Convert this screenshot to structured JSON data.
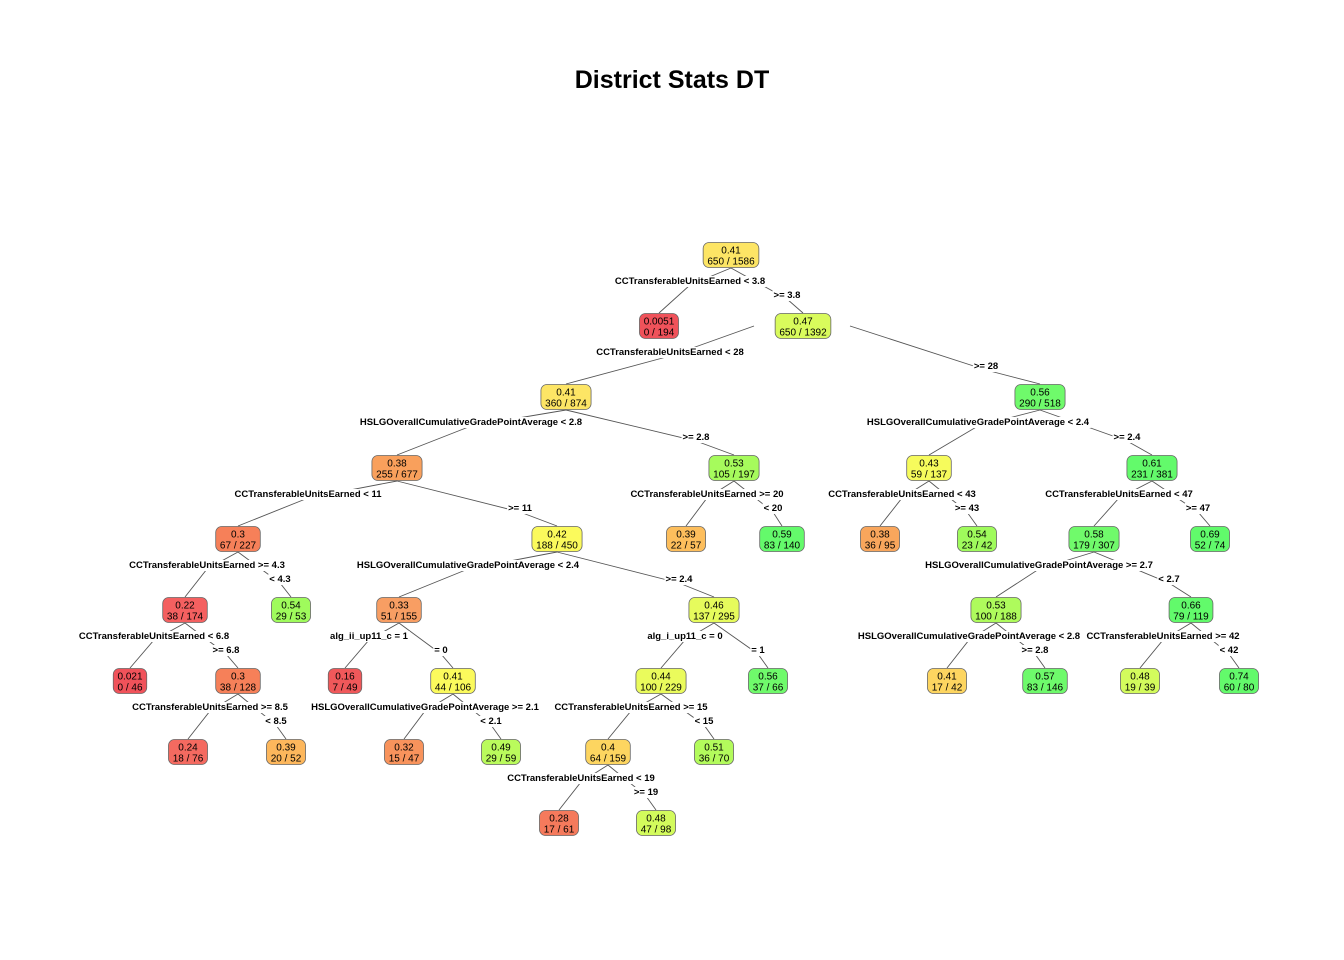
{
  "title": "District Stats DT",
  "nodes": [
    {
      "id": "n1",
      "value": "0.41",
      "counts": "650 / 1586",
      "color": "#fde565"
    },
    {
      "id": "n2",
      "value": "0.0051",
      "counts": "0 / 194",
      "color": "#f0525a"
    },
    {
      "id": "n3",
      "value": "0.47",
      "counts": "650 / 1392",
      "color": "#d9fb5c"
    },
    {
      "id": "n4",
      "value": "0.41",
      "counts": "360 / 874",
      "color": "#fde565"
    },
    {
      "id": "n5",
      "value": "0.56",
      "counts": "290 / 518",
      "color": "#6ffa6b"
    },
    {
      "id": "n6",
      "value": "0.38",
      "counts": "255 / 677",
      "color": "#f9a05c"
    },
    {
      "id": "n7",
      "value": "0.53",
      "counts": "105 / 197",
      "color": "#a6fb5c"
    },
    {
      "id": "n8",
      "value": "0.43",
      "counts": "59 / 137",
      "color": "#f6fb5c"
    },
    {
      "id": "n9",
      "value": "0.61",
      "counts": "231 / 381",
      "color": "#63fa6b"
    },
    {
      "id": "n10",
      "value": "0.3",
      "counts": "67 / 227",
      "color": "#f68059"
    },
    {
      "id": "n11",
      "value": "0.42",
      "counts": "188 / 450",
      "color": "#fbfa5c"
    },
    {
      "id": "n12",
      "value": "0.39",
      "counts": "22 / 57",
      "color": "#fdbe5c"
    },
    {
      "id": "n13",
      "value": "0.59",
      "counts": "83 / 140",
      "color": "#64fa6b"
    },
    {
      "id": "n14",
      "value": "0.38",
      "counts": "36 / 95",
      "color": "#f9a65c"
    },
    {
      "id": "n15",
      "value": "0.54",
      "counts": "23 / 42",
      "color": "#9ffb5c"
    },
    {
      "id": "n16",
      "value": "0.58",
      "counts": "179 / 307",
      "color": "#70fa6b"
    },
    {
      "id": "n17",
      "value": "0.69",
      "counts": "52 / 74",
      "color": "#61fa6b"
    },
    {
      "id": "n18",
      "value": "0.22",
      "counts": "38 / 174",
      "color": "#f46060"
    },
    {
      "id": "n19",
      "value": "0.54",
      "counts": "29 / 53",
      "color": "#9ffb5c"
    },
    {
      "id": "n20",
      "value": "0.33",
      "counts": "51 / 155",
      "color": "#f89e63"
    },
    {
      "id": "n21",
      "value": "0.46",
      "counts": "137 / 295",
      "color": "#e6fb5c"
    },
    {
      "id": "n22",
      "value": "0.53",
      "counts": "100 / 188",
      "color": "#aefb5c"
    },
    {
      "id": "n23",
      "value": "0.66",
      "counts": "79 / 119",
      "color": "#62fa6b"
    },
    {
      "id": "n24",
      "value": "0.021",
      "counts": "0 / 46",
      "color": "#f0525a"
    },
    {
      "id": "n25",
      "value": "0.3",
      "counts": "38 / 128",
      "color": "#f68059"
    },
    {
      "id": "n26",
      "value": "0.16",
      "counts": "7 / 49",
      "color": "#f0585a"
    },
    {
      "id": "n27",
      "value": "0.41",
      "counts": "44 / 106",
      "color": "#fbfa5c"
    },
    {
      "id": "n28",
      "value": "0.44",
      "counts": "100 / 229",
      "color": "#eafb5c"
    },
    {
      "id": "n29",
      "value": "0.56",
      "counts": "37 / 66",
      "color": "#6ffa6b"
    },
    {
      "id": "n30",
      "value": "0.41",
      "counts": "17 / 42",
      "color": "#fdd560"
    },
    {
      "id": "n31",
      "value": "0.57",
      "counts": "83 / 146",
      "color": "#6efa6b"
    },
    {
      "id": "n32",
      "value": "0.48",
      "counts": "19 / 39",
      "color": "#d3fb5c"
    },
    {
      "id": "n33",
      "value": "0.74",
      "counts": "60 / 80",
      "color": "#63fa6b"
    },
    {
      "id": "n34",
      "value": "0.24",
      "counts": "18 / 76",
      "color": "#f46a60"
    },
    {
      "id": "n35",
      "value": "0.39",
      "counts": "20 / 52",
      "color": "#fdb75c"
    },
    {
      "id": "n36",
      "value": "0.32",
      "counts": "15 / 47",
      "color": "#f8935c"
    },
    {
      "id": "n37",
      "value": "0.49",
      "counts": "29 / 59",
      "color": "#bafb5c"
    },
    {
      "id": "n38",
      "value": "0.4",
      "counts": "64 / 159",
      "color": "#fdd560"
    },
    {
      "id": "n39",
      "value": "0.51",
      "counts": "36 / 70",
      "color": "#b3fb5c"
    },
    {
      "id": "n40",
      "value": "0.28",
      "counts": "17 / 61",
      "color": "#f57a5c"
    },
    {
      "id": "n41",
      "value": "0.48",
      "counts": "47 / 98",
      "color": "#d3fb5c"
    }
  ],
  "splits": [
    {
      "id": "s1a",
      "text": "CCTransferableUnitsEarned < 3.8"
    },
    {
      "id": "s1b",
      "text": ">= 3.8"
    },
    {
      "id": "s3a",
      "text": "CCTransferableUnitsEarned < 28"
    },
    {
      "id": "s3b",
      "text": ">= 28"
    },
    {
      "id": "s4a",
      "text": "HSLGOverallCumulativeGradePointAverage < 2.8"
    },
    {
      "id": "s4b",
      "text": ">= 2.8"
    },
    {
      "id": "s5a",
      "text": "HSLGOverallCumulativeGradePointAverage < 2.4"
    },
    {
      "id": "s5b",
      "text": ">= 2.4"
    },
    {
      "id": "s6a",
      "text": "CCTransferableUnitsEarned < 11"
    },
    {
      "id": "s6b",
      "text": ">= 11"
    },
    {
      "id": "s7a",
      "text": "CCTransferableUnitsEarned >= 20"
    },
    {
      "id": "s7b",
      "text": "< 20"
    },
    {
      "id": "s8a",
      "text": "CCTransferableUnitsEarned < 43"
    },
    {
      "id": "s8b",
      "text": ">= 43"
    },
    {
      "id": "s9a",
      "text": "CCTransferableUnitsEarned < 47"
    },
    {
      "id": "s9b",
      "text": ">= 47"
    },
    {
      "id": "s10a",
      "text": "CCTransferableUnitsEarned >= 4.3"
    },
    {
      "id": "s10b",
      "text": "< 4.3"
    },
    {
      "id": "s11a",
      "text": "HSLGOverallCumulativeGradePointAverage < 2.4"
    },
    {
      "id": "s11b",
      "text": ">= 2.4"
    },
    {
      "id": "s16a",
      "text": "HSLGOverallCumulativeGradePointAverage >= 2.7"
    },
    {
      "id": "s16b",
      "text": "< 2.7"
    },
    {
      "id": "s18a",
      "text": "CCTransferableUnitsEarned < 6.8"
    },
    {
      "id": "s18b",
      "text": ">= 6.8"
    },
    {
      "id": "s20a",
      "text": "alg_ii_up11_c = 1"
    },
    {
      "id": "s20b",
      "text": "= 0"
    },
    {
      "id": "s21a",
      "text": "alg_i_up11_c = 0"
    },
    {
      "id": "s21b",
      "text": "= 1"
    },
    {
      "id": "s22a",
      "text": "HSLGOverallCumulativeGradePointAverage < 2.8"
    },
    {
      "id": "s22b",
      "text": ">= 2.8"
    },
    {
      "id": "s23a",
      "text": "CCTransferableUnitsEarned >= 42"
    },
    {
      "id": "s23b",
      "text": "< 42"
    },
    {
      "id": "s25a",
      "text": "CCTransferableUnitsEarned >= 8.5"
    },
    {
      "id": "s25b",
      "text": "< 8.5"
    },
    {
      "id": "s27a",
      "text": "HSLGOverallCumulativeGradePointAverage >= 2.1"
    },
    {
      "id": "s27b",
      "text": "< 2.1"
    },
    {
      "id": "s28a",
      "text": "CCTransferableUnitsEarned >= 15"
    },
    {
      "id": "s28b",
      "text": "< 15"
    },
    {
      "id": "s38a",
      "text": "CCTransferableUnitsEarned < 19"
    },
    {
      "id": "s38b",
      "text": ">= 19"
    }
  ]
}
